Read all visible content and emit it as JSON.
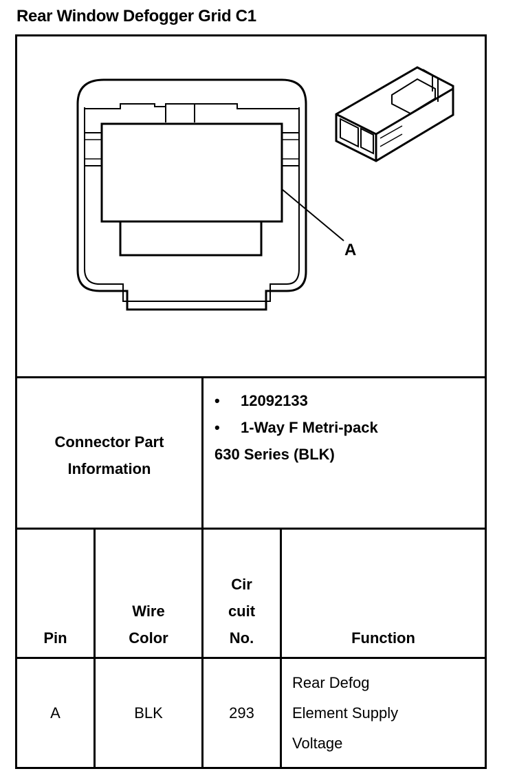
{
  "title": "Rear Window Defogger Grid C1",
  "figure": {
    "callout": "A"
  },
  "connector": {
    "label_line1": "Connector Part",
    "label_line2": "Information",
    "items": [
      "12092133",
      "1-Way F Metri-pack"
    ],
    "continuation": "630 Series (BLK)"
  },
  "table": {
    "headers": {
      "pin": "Pin",
      "wire_color": [
        "Wire",
        "Color"
      ],
      "circuit": [
        "Cir",
        "cuit",
        "No."
      ],
      "function": "Function"
    },
    "rows": [
      {
        "pin": "A",
        "wire_color": "BLK",
        "circuit": "293",
        "function": [
          "Rear Defog",
          "Element Supply",
          "Voltage"
        ]
      }
    ]
  }
}
